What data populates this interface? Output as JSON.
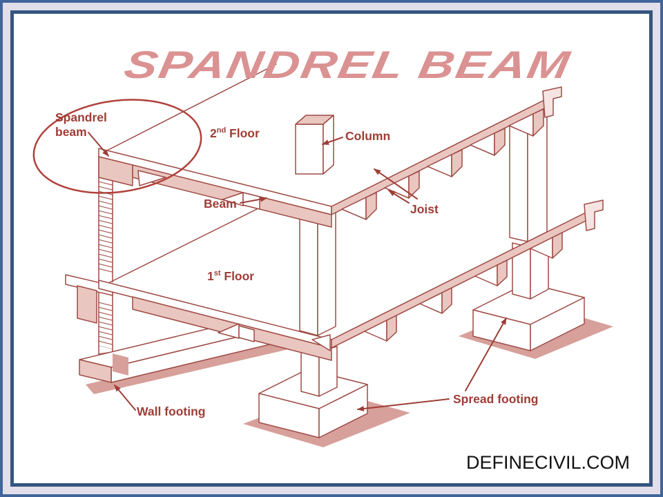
{
  "frame": {
    "mat_color": "#e2dfeb",
    "outer_border_color": "#41659a",
    "inner_border_color": "#35567f",
    "background": "#ffffff"
  },
  "title": {
    "text": "SPANDREL BEAM",
    "color": "#db9292"
  },
  "watermark": {
    "text": "DEFINECIVIL.COM",
    "color": "#111111"
  },
  "diagram": {
    "line_color": "#9e4a44",
    "fill_pink": "#eac6c0",
    "fill_shadow": "#d7a09a",
    "label_color": "#9e3d36",
    "highlight_ellipse_color": "#b0413b",
    "labels": {
      "spandrel_beam_line1": "Spandrel",
      "spandrel_beam_line2": "beam",
      "second_floor_num": "2",
      "second_floor_sup": "nd",
      "second_floor_rest": " Floor",
      "first_floor_num": "1",
      "first_floor_sup": "st",
      "first_floor_rest": " Floor",
      "column": "Column",
      "beam": "Beam",
      "joist": "Joist",
      "wall_footing": "Wall footing",
      "spread_footing": "Spread footing"
    }
  }
}
